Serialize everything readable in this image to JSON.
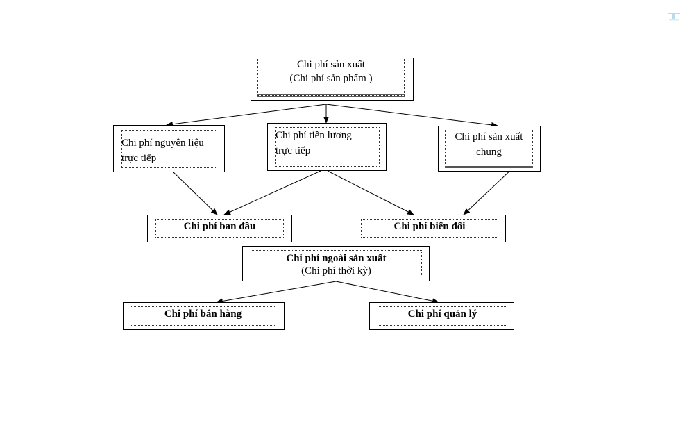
{
  "diagram": {
    "production_cost": {
      "line1": "Chi phí sản xuất",
      "line2": "(Chi phí sản phẩm )"
    },
    "direct_material": {
      "line1": "Chi phí nguyên liệu",
      "line2": "trực tiếp"
    },
    "direct_labor": {
      "line1": "Chi phí tiền lương",
      "line2": "trực tiếp"
    },
    "general_production": {
      "line1": "Chi phí sản xuất",
      "line2": "chung"
    },
    "prime_cost": {
      "label": "Chi phí ban đầu"
    },
    "conversion_cost": {
      "label": "Chi phí biến đổi"
    },
    "non_production_cost": {
      "line1": "Chi phí ngoài sản xuất",
      "line2": "(Chi phí thời kỳ)"
    },
    "selling_cost": {
      "label": "Chi phí bán hàng"
    },
    "admin_cost": {
      "label": "Chi phí quản lý"
    }
  },
  "colors": {
    "line": "#000000",
    "background": "#ffffff",
    "corner_mark": "#b8dde6"
  },
  "corner_mark_icon": "document-icon"
}
